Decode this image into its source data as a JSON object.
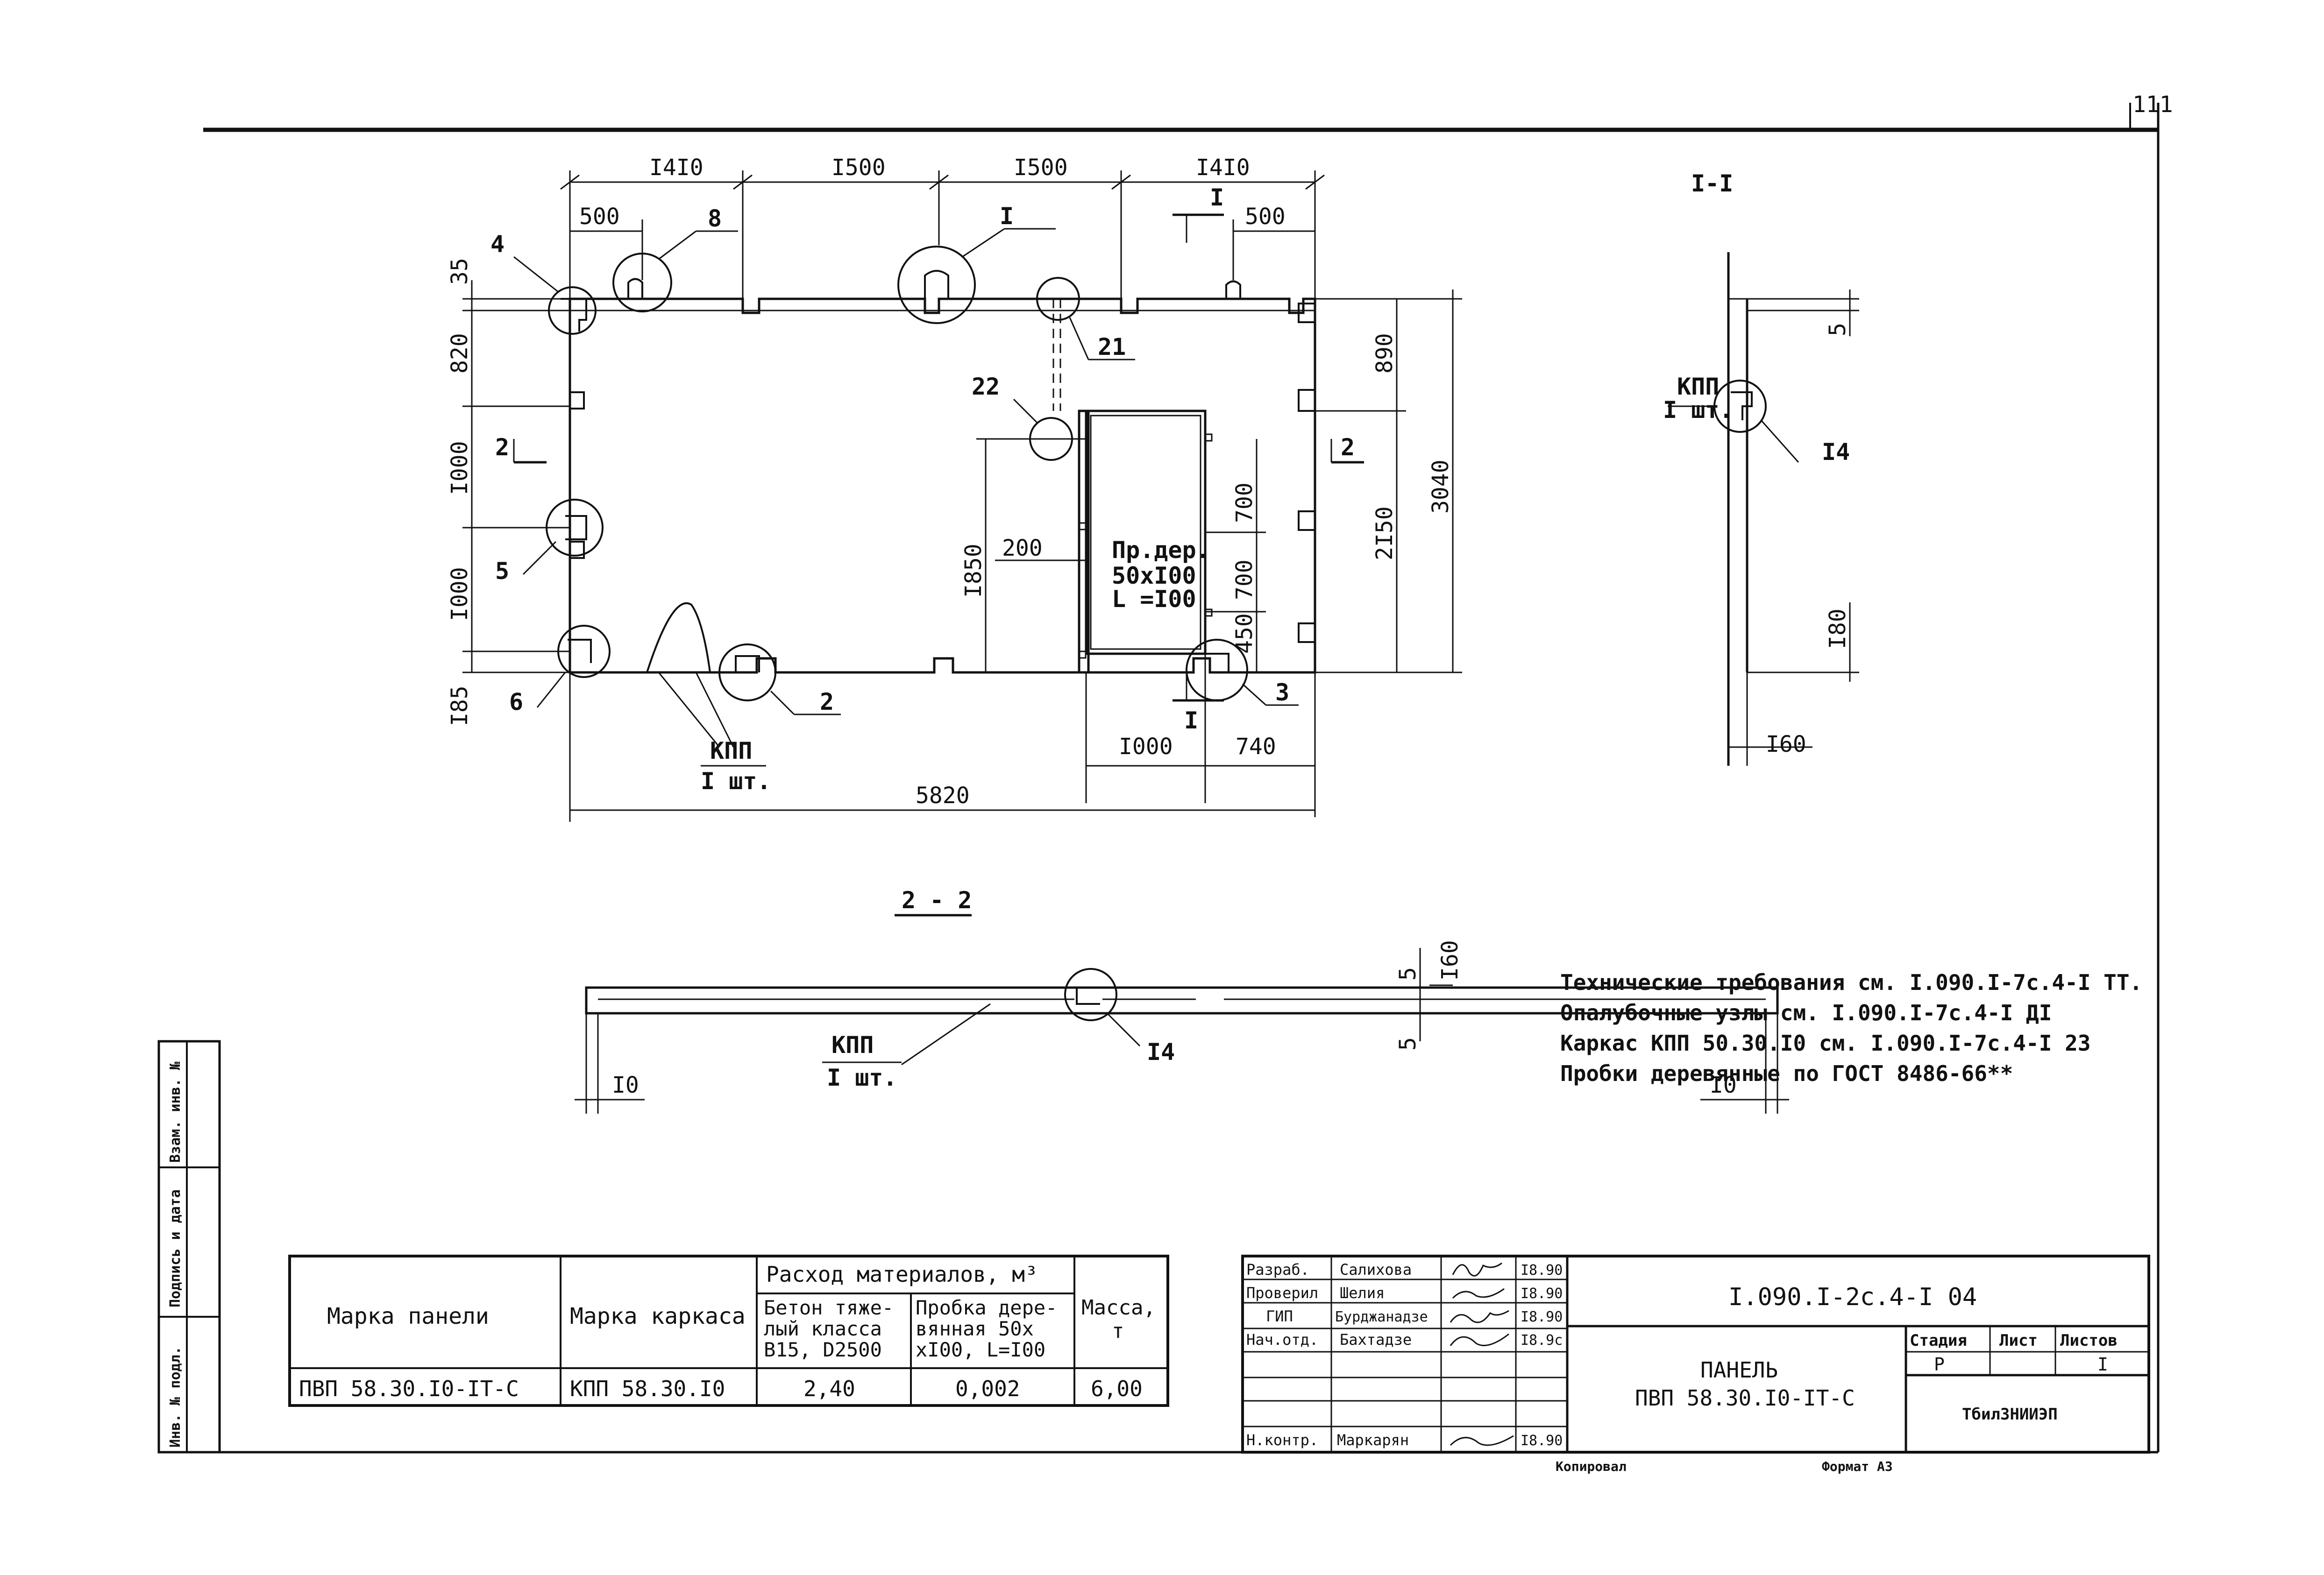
{
  "page_number": "111",
  "main_view": {
    "top_dims": [
      "I4I0",
      "I500",
      "I500",
      "I4I0"
    ],
    "offset_dims": [
      "500",
      "500"
    ],
    "left_dims": [
      "35",
      "820",
      "I000",
      "I000",
      "I85"
    ],
    "right_dims": [
      "890",
      "2I50",
      "3040"
    ],
    "opening_dims": [
      "I850",
      "200",
      "700",
      "700",
      "450"
    ],
    "bottom_dims": [
      "I000",
      "740"
    ],
    "overall_width": "5820",
    "section_marks": [
      "I",
      "I",
      "2",
      "2"
    ],
    "callouts": [
      "4",
      "8",
      "I",
      "21",
      "22",
      "5",
      "6",
      "2",
      "3"
    ],
    "kpp_label": "КПП",
    "kpp_qty": "I шт.",
    "plug_label_1": "Пр.дер.",
    "plug_label_2": "50хI00",
    "plug_label_3": "L =I00"
  },
  "section_1": {
    "title": "I-I",
    "kpp_label": "КПП",
    "kpp_qty": "I шт.",
    "callout": "I4",
    "dims": [
      "5",
      "I80",
      "I60"
    ]
  },
  "section_2": {
    "title": "2 - 2",
    "kpp_label": "КПП",
    "kpp_qty": "I шт.",
    "callout": "I4",
    "dims": [
      "I0",
      "I0",
      "5",
      "5",
      "I60"
    ]
  },
  "notes": [
    "Технические требования см. I.090.I-7с.4-I ТТ.",
    "Опалубочные узлы см. I.090.I-7с.4-I ДI",
    "Каркас КПП 50.30.I0 см. I.090.I-7с.4-I 23",
    "Пробки деревянные по ГОСТ 8486-66**"
  ],
  "side_stamp": [
    "Инв. № подл.",
    "Подпись и дата",
    "Взам. инв. №"
  ],
  "materials_table": {
    "col_panel": "Марка панели",
    "col_frame": "Марка каркаса",
    "col_group": "Расход материалов, м³",
    "col_concrete_1": "Бетон тяже-",
    "col_concrete_2": "лый класса",
    "col_concrete_3": "B15, D2500",
    "col_plug_1": "Пробка дере-",
    "col_plug_2": "вянная 50х",
    "col_plug_3": "хI00, L=I00",
    "col_mass_1": "Масса,",
    "col_mass_2": "т",
    "row": {
      "panel": "ПВП 58.30.I0-IТ-С",
      "frame": "КПП 58.30.I0",
      "concrete": "2,40",
      "plug": "0,002",
      "mass": "6,00"
    }
  },
  "title_block": {
    "roles": [
      "Разраб.",
      "Проверил",
      "ГИП",
      "Нач.отд.",
      "Н.контр."
    ],
    "names": [
      "Салихова",
      "Шелия",
      "Бурджанадзе",
      "Бахтадзе",
      "Маркарян"
    ],
    "dates": [
      "I8.90",
      "I8.90",
      "I8.90",
      "I8.9с",
      "I8.90"
    ],
    "code": "I.090.I-2с.4-I 04",
    "title_1": "ПАНЕЛЬ",
    "title_2": "ПВП 58.30.I0-IТ-С",
    "stage_header": "Стадия",
    "sheet_header": "Лист",
    "sheets_header": "Листов",
    "stage_value": "Р",
    "sheets_value": "I",
    "org": "ТбилЗНИИЭП"
  },
  "footer": {
    "copied": "Копировал",
    "format": "Формат А3"
  }
}
